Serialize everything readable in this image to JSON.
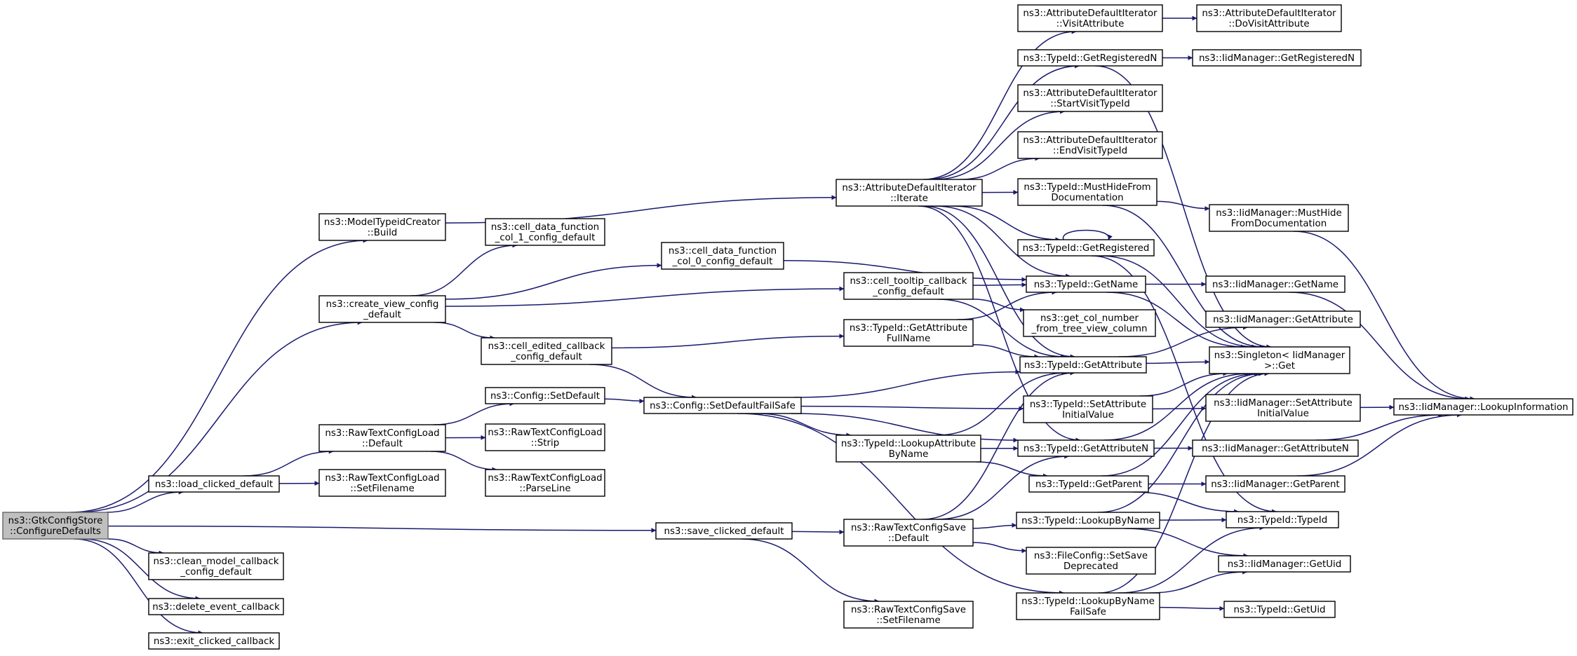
{
  "colors": {
    "edge": "#191970",
    "node_border": "#000000",
    "root_fill": "#bfbfbf",
    "background": "#ffffff"
  },
  "nodes": [
    {
      "id": "root",
      "lines": [
        "ns3::GtkConfigStore",
        "::ConfigureDefaults"
      ],
      "root": true
    },
    {
      "id": "mtc",
      "lines": [
        "ns3::ModelTypeidCreator",
        "::Build"
      ]
    },
    {
      "id": "cvc",
      "lines": [
        "ns3::create_view_config",
        "_default"
      ]
    },
    {
      "id": "lcd",
      "lines": [
        "ns3::load_clicked_default"
      ]
    },
    {
      "id": "cmc",
      "lines": [
        "ns3::clean_model_callback",
        "_config_default"
      ]
    },
    {
      "id": "dec",
      "lines": [
        "ns3::delete_event_callback"
      ]
    },
    {
      "id": "ecc",
      "lines": [
        "ns3::exit_clicked_callback"
      ]
    },
    {
      "id": "cdf1",
      "lines": [
        "ns3::cell_data_function",
        "_col_1_config_default"
      ]
    },
    {
      "id": "cdf0",
      "lines": [
        "ns3::cell_data_function",
        "_col_0_config_default"
      ]
    },
    {
      "id": "cec",
      "lines": [
        "ns3::cell_edited_callback",
        "_config_default"
      ]
    },
    {
      "id": "csd",
      "lines": [
        "ns3::Config::SetDefault"
      ]
    },
    {
      "id": "rtcld",
      "lines": [
        "ns3::RawTextConfigLoad",
        "::Default"
      ]
    },
    {
      "id": "rtcls",
      "lines": [
        "ns3::RawTextConfigLoad",
        "::Strip"
      ]
    },
    {
      "id": "rtclsf",
      "lines": [
        "ns3::RawTextConfigLoad",
        "::SetFilename"
      ]
    },
    {
      "id": "rtclp",
      "lines": [
        "ns3::RawTextConfigLoad",
        "::ParseLine"
      ]
    },
    {
      "id": "scd",
      "lines": [
        "ns3::save_clicked_default"
      ]
    },
    {
      "id": "adii",
      "lines": [
        "ns3::AttributeDefaultIterator",
        "::Iterate"
      ]
    },
    {
      "id": "ctc",
      "lines": [
        "ns3::cell_tooltip_callback",
        "_config_default"
      ]
    },
    {
      "id": "tgafn",
      "lines": [
        "ns3::TypeId::GetAttribute",
        "FullName"
      ]
    },
    {
      "id": "csdfs",
      "lines": [
        "ns3::Config::SetDefaultFailSafe"
      ]
    },
    {
      "id": "tlabn",
      "lines": [
        "ns3::TypeId::LookupAttribute",
        "ByName"
      ]
    },
    {
      "id": "rtcsd",
      "lines": [
        "ns3::RawTextConfigSave",
        "::Default"
      ]
    },
    {
      "id": "rtcss",
      "lines": [
        "ns3::RawTextConfigSave",
        "::SetFilename"
      ]
    },
    {
      "id": "adiva",
      "lines": [
        "ns3::AttributeDefaultIterator",
        "::VisitAttribute"
      ]
    },
    {
      "id": "tgrn",
      "lines": [
        "ns3::TypeId::GetRegisteredN"
      ]
    },
    {
      "id": "adisv",
      "lines": [
        "ns3::AttributeDefaultIterator",
        "::StartVisitTypeId"
      ]
    },
    {
      "id": "adiev",
      "lines": [
        "ns3::AttributeDefaultIterator",
        "::EndVisitTypeId"
      ]
    },
    {
      "id": "tmhfd",
      "lines": [
        "ns3::TypeId::MustHideFrom",
        "Documentation"
      ]
    },
    {
      "id": "tgr",
      "lines": [
        "ns3::TypeId::GetRegistered"
      ]
    },
    {
      "id": "tgn",
      "lines": [
        "ns3::TypeId::GetName"
      ]
    },
    {
      "id": "gcn",
      "lines": [
        "ns3::get_col_number",
        "_from_tree_view_column"
      ]
    },
    {
      "id": "tga",
      "lines": [
        "ns3::TypeId::GetAttribute"
      ]
    },
    {
      "id": "tsaiv",
      "lines": [
        "ns3::TypeId::SetAttribute",
        "InitialValue"
      ]
    },
    {
      "id": "tgan",
      "lines": [
        "ns3::TypeId::GetAttributeN"
      ]
    },
    {
      "id": "tgp",
      "lines": [
        "ns3::TypeId::GetParent"
      ]
    },
    {
      "id": "tlbn",
      "lines": [
        "ns3::TypeId::LookupByName"
      ]
    },
    {
      "id": "fcssd",
      "lines": [
        "ns3::FileConfig::SetSave",
        "Deprecated"
      ]
    },
    {
      "id": "tlbnfs",
      "lines": [
        "ns3::TypeId::LookupByName",
        "FailSafe"
      ]
    },
    {
      "id": "adidva",
      "lines": [
        "ns3::AttributeDefaultIterator",
        "::DoVisitAttribute"
      ]
    },
    {
      "id": "imgrn",
      "lines": [
        "ns3::IidManager::GetRegisteredN"
      ]
    },
    {
      "id": "immhfd",
      "lines": [
        "ns3::IidManager::MustHide",
        "FromDocumentation"
      ]
    },
    {
      "id": "imgn",
      "lines": [
        "ns3::IidManager::GetName"
      ]
    },
    {
      "id": "imga",
      "lines": [
        "ns3::IidManager::GetAttribute"
      ]
    },
    {
      "id": "sig",
      "lines": [
        "ns3::Singleton< IidManager",
        " >::Get"
      ]
    },
    {
      "id": "imsaiv",
      "lines": [
        "ns3::IidManager::SetAttribute",
        "InitialValue"
      ]
    },
    {
      "id": "imgan",
      "lines": [
        "ns3::IidManager::GetAttributeN"
      ]
    },
    {
      "id": "imgp",
      "lines": [
        "ns3::IidManager::GetParent"
      ]
    },
    {
      "id": "tti",
      "lines": [
        "ns3::TypeId::TypeId"
      ]
    },
    {
      "id": "imgu",
      "lines": [
        "ns3::IidManager::GetUid"
      ]
    },
    {
      "id": "tgu",
      "lines": [
        "ns3::TypeId::GetUid"
      ]
    },
    {
      "id": "imli",
      "lines": [
        "ns3::IidManager::LookupInformation"
      ]
    }
  ],
  "edges": [
    [
      "root",
      "mtc"
    ],
    [
      "root",
      "cvc"
    ],
    [
      "root",
      "lcd"
    ],
    [
      "root",
      "scd"
    ],
    [
      "root",
      "cmc"
    ],
    [
      "root",
      "dec"
    ],
    [
      "root",
      "ecc"
    ],
    [
      "mtc",
      "adii"
    ],
    [
      "cvc",
      "cdf1"
    ],
    [
      "cvc",
      "cdf0"
    ],
    [
      "cvc",
      "ctc"
    ],
    [
      "cvc",
      "cec"
    ],
    [
      "lcd",
      "rtcld"
    ],
    [
      "lcd",
      "rtclsf"
    ],
    [
      "rtcld",
      "csd"
    ],
    [
      "rtcld",
      "rtcls"
    ],
    [
      "rtcld",
      "rtclp"
    ],
    [
      "csd",
      "csdfs"
    ],
    [
      "cdf0",
      "tgn"
    ],
    [
      "cec",
      "tgafn"
    ],
    [
      "cec",
      "csdfs"
    ],
    [
      "scd",
      "rtcsd"
    ],
    [
      "scd",
      "rtcss"
    ],
    [
      "ctc",
      "tgn"
    ],
    [
      "ctc",
      "gcn"
    ],
    [
      "ctc",
      "tga"
    ],
    [
      "tgafn",
      "tgn"
    ],
    [
      "tgafn",
      "tga"
    ],
    [
      "csdfs",
      "tga"
    ],
    [
      "csdfs",
      "tsaiv"
    ],
    [
      "csdfs",
      "tlabn"
    ],
    [
      "csdfs",
      "tgan"
    ],
    [
      "csdfs",
      "tlbnfs"
    ],
    [
      "tlabn",
      "tga"
    ],
    [
      "tlabn",
      "tgan"
    ],
    [
      "tlabn",
      "tgp"
    ],
    [
      "rtcsd",
      "tga"
    ],
    [
      "rtcsd",
      "tgan"
    ],
    [
      "rtcsd",
      "tlbn"
    ],
    [
      "rtcsd",
      "fcssd"
    ],
    [
      "adii",
      "adiva"
    ],
    [
      "adii",
      "tgrn"
    ],
    [
      "adii",
      "adisv"
    ],
    [
      "adii",
      "adiev"
    ],
    [
      "adii",
      "tmhfd"
    ],
    [
      "adii",
      "tgr"
    ],
    [
      "adii",
      "tgn"
    ],
    [
      "adii",
      "tga"
    ],
    [
      "adii",
      "tgan"
    ],
    [
      "adiva",
      "adidva"
    ],
    [
      "tgrn",
      "imgrn"
    ],
    [
      "tgrn",
      "sig"
    ],
    [
      "tmhfd",
      "immhfd"
    ],
    [
      "tmhfd",
      "sig"
    ],
    [
      "tgr",
      "tgr"
    ],
    [
      "tgr",
      "sig"
    ],
    [
      "tgr",
      "tti"
    ],
    [
      "tgn",
      "imgn"
    ],
    [
      "tgn",
      "sig"
    ],
    [
      "tga",
      "imga"
    ],
    [
      "tga",
      "sig"
    ],
    [
      "tsaiv",
      "imsaiv"
    ],
    [
      "tsaiv",
      "sig"
    ],
    [
      "tgan",
      "imgan"
    ],
    [
      "tgan",
      "sig"
    ],
    [
      "tgp",
      "imgp"
    ],
    [
      "tgp",
      "sig"
    ],
    [
      "tgp",
      "tti"
    ],
    [
      "tlbn",
      "tti"
    ],
    [
      "tlbn",
      "imgu"
    ],
    [
      "tlbn",
      "sig"
    ],
    [
      "tlbnfs",
      "tti"
    ],
    [
      "tlbnfs",
      "imgu"
    ],
    [
      "tlbnfs",
      "tgu"
    ],
    [
      "tlbnfs",
      "sig"
    ],
    [
      "immhfd",
      "imli"
    ],
    [
      "imgn",
      "imli"
    ],
    [
      "imsaiv",
      "imli"
    ],
    [
      "imgan",
      "imli"
    ],
    [
      "imgp",
      "imli"
    ]
  ]
}
